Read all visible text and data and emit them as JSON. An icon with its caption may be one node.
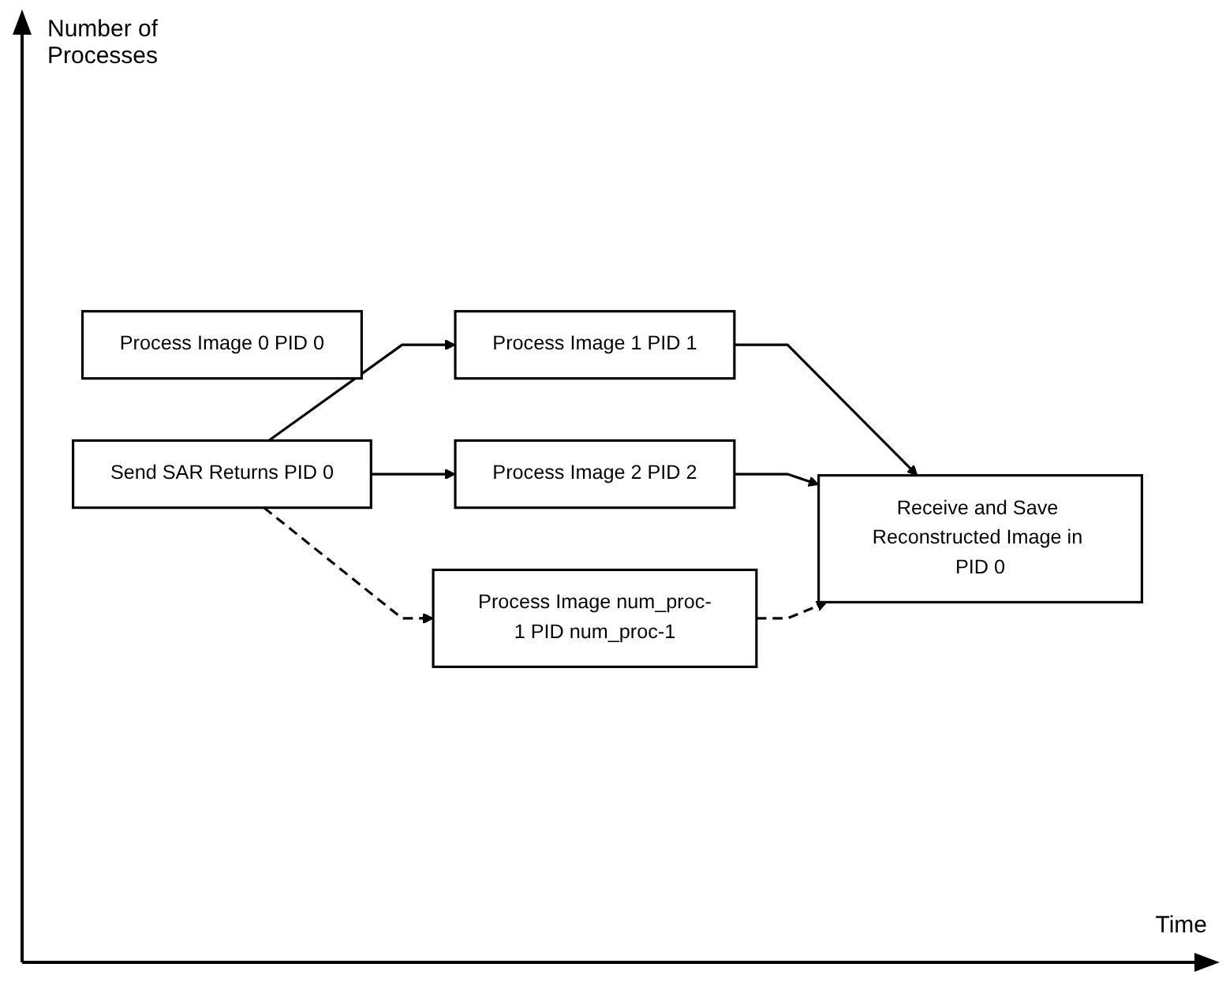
{
  "diagram": {
    "nodes": [
      {
        "text": [
          "Process Image num_proc-1 PID num_proc-1"
        ]
      },
      {
        "text": [
          "Process Image 2 PID 2"
        ]
      },
      {
        "text": [
          "Process Image 1 PID 1"
        ]
      },
      {
        "text": [
          "Send SAR Returns PID 0"
        ]
      },
      {
        "text": [
          "Process Image 0 PID 0"
        ]
      },
      {
        "text": [
          "Receive and Save Reconstructed Image in PID 0"
        ]
      }
    ],
    "edges": [
      {
        "from": 3,
        "to": 0,
        "arrow": "to",
        "style": "dashed"
      },
      {
        "from": 3,
        "to": 1,
        "arrow": "to"
      },
      {
        "from": 3,
        "to": 2,
        "arrow": "to"
      },
      {
        "from": 2,
        "to": 5,
        "arrow": "to"
      },
      {
        "from": 1,
        "to": 5,
        "arrow": "to"
      },
      {
        "from": 0,
        "to": 5,
        "arrow": "to",
        "style": "dashed"
      }
    ],
    "labels": [
      "Number of Processes",
      "Time"
    ]
  }
}
